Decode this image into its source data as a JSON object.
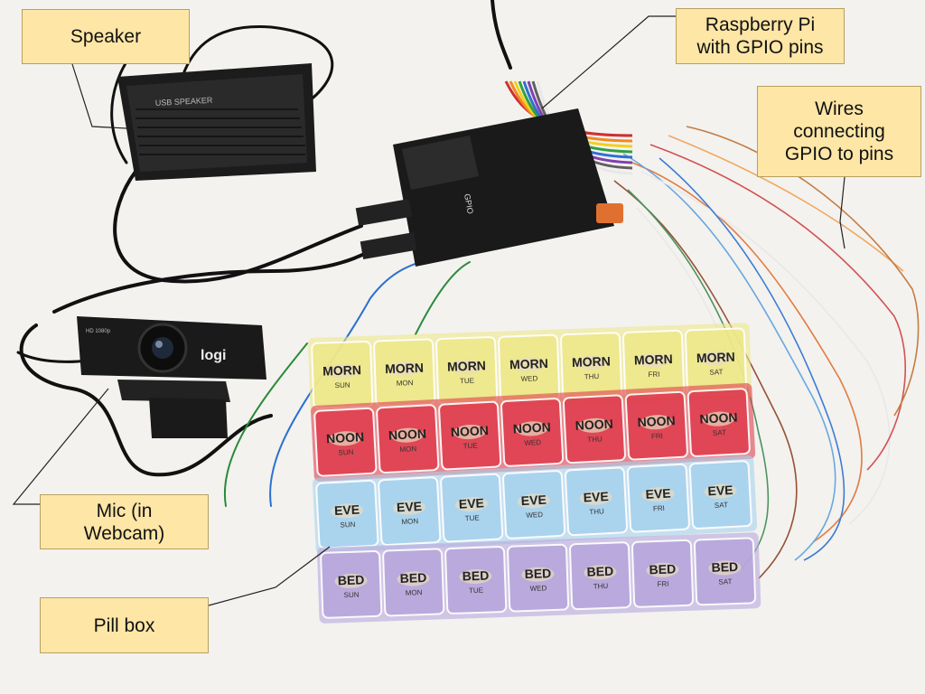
{
  "labels": {
    "speaker": "Speaker",
    "raspberry_pi": "Raspberry Pi\nwith GPIO pins",
    "wires": "Wires\nconnecting\nGPIO to pins",
    "mic": "Mic (in\nWebcam)",
    "pill_box": "Pill box"
  },
  "device_text": {
    "speaker_brand": "USB SPEAKER",
    "webcam_brand": "logi",
    "webcam_model": "HD 1080p",
    "pi_gpio": "GPIO"
  },
  "pill_box": {
    "days": [
      "SUN",
      "MON",
      "TUE",
      "WED",
      "THU",
      "FRI",
      "SAT"
    ],
    "rows": [
      {
        "label": "MORN",
        "color": "#eee88a"
      },
      {
        "label": "NOON",
        "color": "#e0404f"
      },
      {
        "label": "EVE",
        "color": "#a8d2ee"
      },
      {
        "label": "BED",
        "color": "#b8a6dc"
      }
    ]
  },
  "colors": {
    "callout_bg": "#fde6a6",
    "background": "#f3f2ef"
  }
}
